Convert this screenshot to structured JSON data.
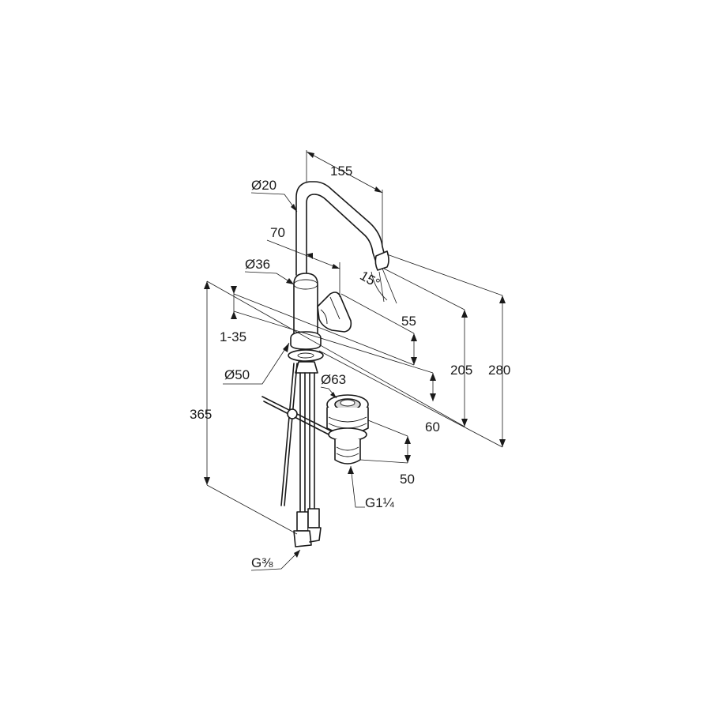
{
  "dimensions": {
    "reach": "155",
    "spout_diameter": "Ø20",
    "spout_offset": "70",
    "body_diameter": "Ø36",
    "spout_angle": "15°",
    "lever_height": "55",
    "deck_thickness": "1-35",
    "base_diameter": "Ø50",
    "waste_diameter": "Ø63",
    "body_height": "205",
    "total_height": "280",
    "hose_length": "365",
    "lower_height": "60",
    "waste_height": "50",
    "waste_thread": "G1¼",
    "supply_thread": "G⅜"
  },
  "colors": {
    "line": "#1a1a1a",
    "shade": "#d9d9d9",
    "background": "#ffffff"
  }
}
